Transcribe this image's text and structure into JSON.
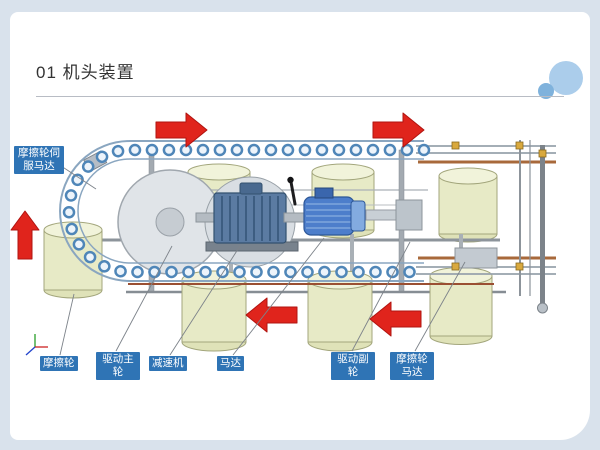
{
  "slide": {
    "title": "01 机头装置"
  },
  "diagram": {
    "labels": {
      "servo_motor": "摩擦轮伺服马达",
      "friction_wheel": "摩擦轮",
      "drive_main_wheel": "驱动主轮",
      "reducer": "减速机",
      "motor": "马达",
      "drive_sub_wheel": "驱动副轮",
      "friction_wheel_motor": "摩擦轮马达"
    },
    "flow_arrows": [
      {
        "id": "top-left",
        "direction": "right"
      },
      {
        "id": "top-right",
        "direction": "right"
      },
      {
        "id": "bottom-center",
        "direction": "left"
      },
      {
        "id": "bottom-right",
        "direction": "left"
      },
      {
        "id": "left-side",
        "direction": "up"
      }
    ],
    "colors": {
      "label_bg": "#2f74b5",
      "arrow_red": "#e0241c",
      "drum_fill": "#e7eac6",
      "motor_blue": "#4d7ecb",
      "chain_bead_blue": "#4f86b8",
      "rail_gray_blue": "#8aa6c0",
      "pipe_brown": "#a8693b"
    }
  }
}
